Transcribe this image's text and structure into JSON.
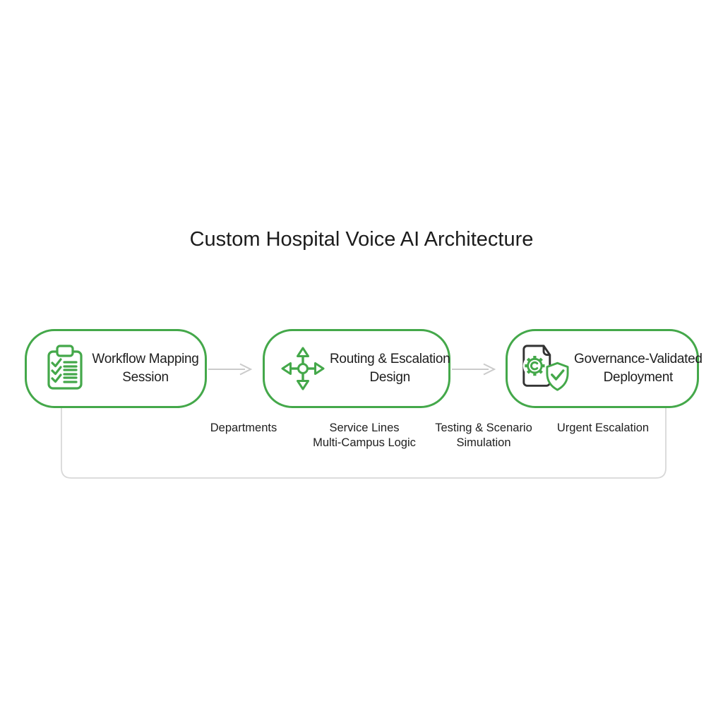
{
  "title": "Custom Hospital Voice AI Architecture",
  "colors": {
    "accent_green": "#44A84A",
    "icon_dark": "#333333",
    "text_dark": "#1E1E1E",
    "arrow_gray": "#CBCBCB",
    "connector_gray": "#D8D8D8",
    "background": "#FFFFFF"
  },
  "stages": [
    {
      "icon": "clipboard-checklist-icon",
      "lines": [
        "Workflow Mapping",
        "Session"
      ]
    },
    {
      "icon": "move-arrows-icon",
      "lines": [
        "Routing & Escalation",
        "Design"
      ]
    },
    {
      "icon": "document-gear-shield-icon",
      "lines": [
        "Governance-Validated",
        "Deployment"
      ]
    }
  ],
  "sub_labels": [
    {
      "lines": [
        "Departments"
      ]
    },
    {
      "lines": [
        "Service Lines",
        "Multi-Campus Logic"
      ]
    },
    {
      "lines": [
        "Testing & Scenario",
        "Simulation"
      ]
    },
    {
      "lines": [
        "Urgent Escalation"
      ]
    }
  ]
}
